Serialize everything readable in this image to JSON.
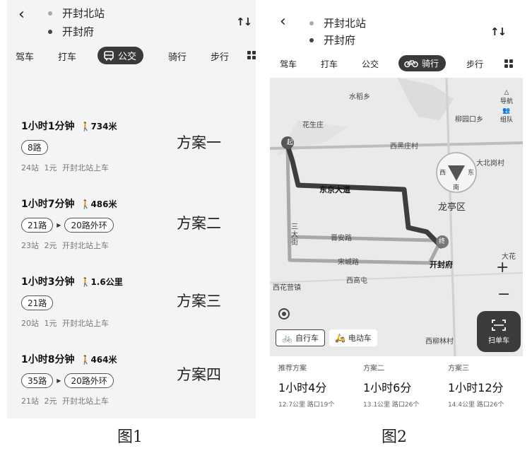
{
  "panel1": {
    "back_icon": "chevron-left-icon",
    "origin": "开封北站",
    "destination": "开封府",
    "swap_icon": "swap-vertical-icon",
    "tabs": [
      "驾车",
      "打车",
      "公交",
      "骑行",
      "步行"
    ],
    "active_tab": "公交",
    "plans": [
      {
        "time": "1小时1分钟",
        "walk": "734米",
        "lines": [
          "8路"
        ],
        "stops": "24站",
        "fare": "1元",
        "board": "开封北站上车",
        "label": "方案一"
      },
      {
        "time": "1小时7分钟",
        "walk": "486米",
        "lines": [
          "21路",
          "20路外环"
        ],
        "stops": "23站",
        "fare": "2元",
        "board": "开封北站上车",
        "label": "方案二"
      },
      {
        "time": "1小时3分钟",
        "walk": "1.6公里",
        "lines": [
          "21路"
        ],
        "stops": "20站",
        "fare": "1元",
        "board": "开封北站上车",
        "label": "方案三"
      },
      {
        "time": "1小时8分钟",
        "walk": "464米",
        "lines": [
          "35路",
          "20路外环"
        ],
        "stops": "21站",
        "fare": "2元",
        "board": "开封北站上车",
        "label": "方案四"
      }
    ],
    "caption": "图1"
  },
  "panel2": {
    "origin": "开封北站",
    "destination": "开封府",
    "tabs": [
      "驾车",
      "打车",
      "公交",
      "骑行",
      "步行"
    ],
    "active_tab": "骑行",
    "map_labels": {
      "north_road": "水稻乡",
      "huasheng": "花生庄",
      "xiheizhuang": "西黑庄村",
      "liuyuankou": "柳园口乡",
      "dabeigang": "大北岗村",
      "longting": "龙亭区",
      "dongjing": "东京大道",
      "jinan": "晋安路",
      "songcheng": "宋城路",
      "sanda": "三大街",
      "kaifengfu": "开封府",
      "xihuaying": "西花营镇",
      "xigaotun": "西高屯",
      "xiliulin": "西柳林村",
      "dahua": "大花",
      "start_marker": "起",
      "end_marker": "终",
      "compass_w": "西",
      "compass_e": "东",
      "compass_s": "南",
      "side_btn1": "导航",
      "side_btn2": "组队"
    },
    "vehicles": [
      "自行车",
      "电动车"
    ],
    "scan_label": "扫单车",
    "plans": [
      {
        "label": "推荐方案",
        "time": "1小时4分",
        "meta": "12.7公里 路口19个"
      },
      {
        "label": "方案二",
        "time": "1小时6分",
        "meta": "13.1公里 路口26个"
      },
      {
        "label": "方案三",
        "time": "1小时12分",
        "meta": "14.4公里 路口26个"
      }
    ],
    "caption": "图2"
  }
}
